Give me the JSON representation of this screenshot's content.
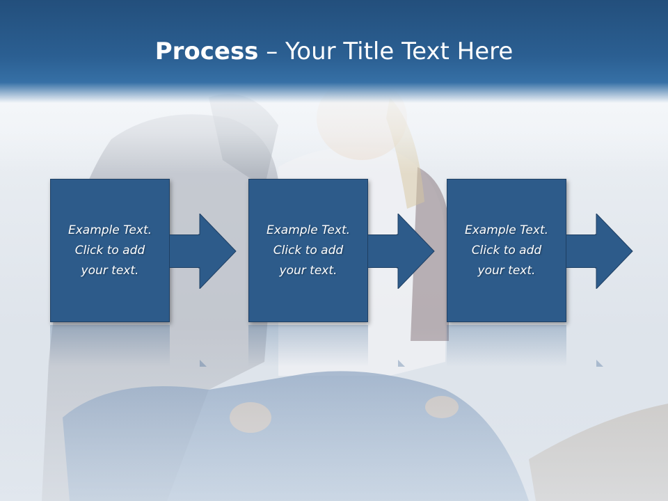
{
  "slide": {
    "title_bold": "Process",
    "title_rest": " – Your Title Text Here"
  },
  "steps": [
    {
      "text": "Example Text.\nClick  to add\nyour text."
    },
    {
      "text": "Example Text.\nClick  to add\nyour text."
    },
    {
      "text": "Example Text.\nClick  to add\nyour text."
    }
  ],
  "colors": {
    "title_bar": "#2b5f92",
    "step_fill": "#2d5b8a",
    "step_border": "#1e3f63",
    "text": "#ffffff"
  },
  "icons": [
    "arrow-right-icon"
  ]
}
